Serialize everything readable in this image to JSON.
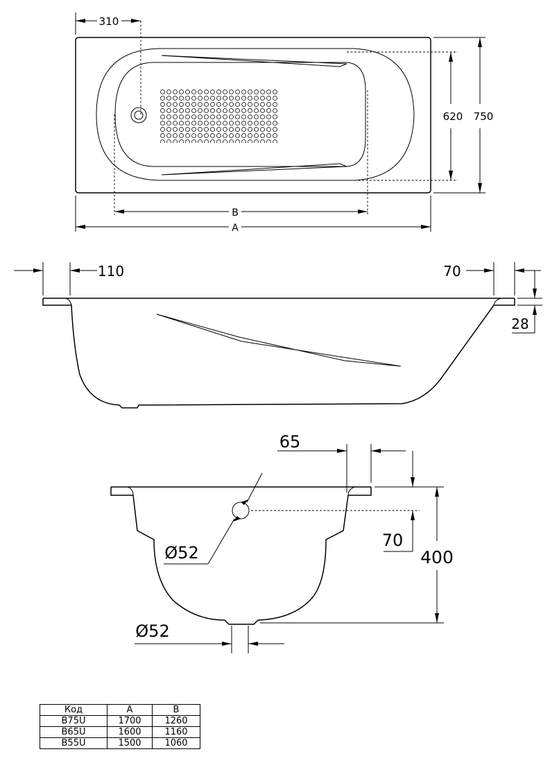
{
  "top_view": {
    "dim_drain_offset": "310",
    "dim_inner_width": "620",
    "dim_outer_width": "750",
    "dim_inner_length_label": "B",
    "dim_outer_length_label": "A"
  },
  "side_view": {
    "dim_left_rim": "110",
    "dim_right_rim": "70",
    "dim_rim_thickness": "28"
  },
  "cross_section": {
    "dim_rim_width": "65",
    "dim_overflow_diameter": "Ø52",
    "dim_overflow_depth": "70",
    "dim_depth": "400",
    "dim_drain_diameter": "Ø52"
  },
  "spec_table": {
    "headers": [
      "Код",
      "A",
      "B"
    ],
    "rows": [
      [
        "B75U",
        "1700",
        "1260"
      ],
      [
        "B65U",
        "1600",
        "1160"
      ],
      [
        "B55U",
        "1500",
        "1060"
      ]
    ]
  }
}
